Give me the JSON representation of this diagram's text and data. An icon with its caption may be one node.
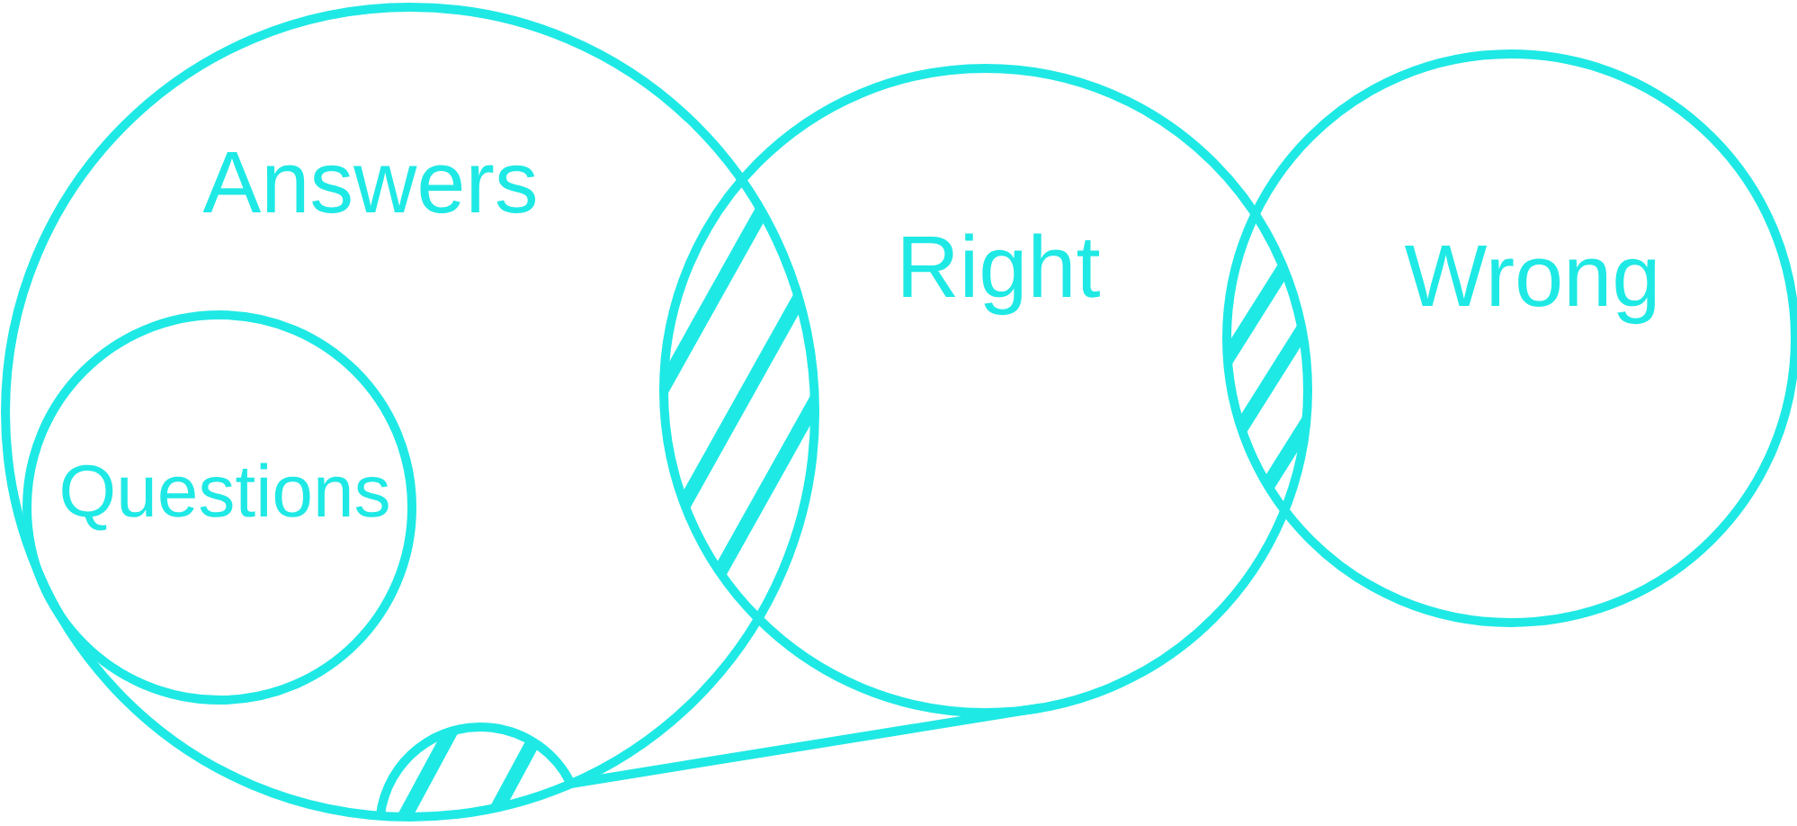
{
  "diagram": {
    "nodes": [
      {
        "text": [
          "Answers"
        ]
      },
      {
        "text": [
          "Questions"
        ],
        "in": 0
      },
      {
        "text": [
          "Right"
        ]
      },
      {
        "text": [
          "Wrong"
        ]
      },
      {
        "text": [],
        "shape": "lens",
        "in": 0
      }
    ],
    "edges": [
      {
        "from": 4,
        "to": 2,
        "arrow": "none"
      }
    ]
  }
}
